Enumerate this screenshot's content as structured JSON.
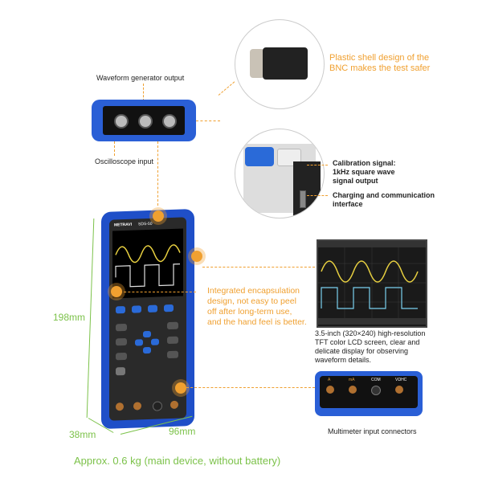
{
  "top_device": {
    "label_top": "Waveform generator output",
    "label_bottom": "Oscilloscope input"
  },
  "bnc": {
    "caption_line1": "Plastic shell design of the",
    "caption_line2": "BNC makes the test safer"
  },
  "side_port": {
    "cal_line1": "Calibration signal:",
    "cal_line2": "1kHz square wave",
    "cal_line3": "signal output",
    "charge_line1": "Charging and communication",
    "charge_line2": "interface"
  },
  "encapsulation": {
    "line1": "Integrated encapsulation",
    "line2": "design, not easy to peel",
    "line3": "off after long-term use,",
    "line4": "and the hand feel is better."
  },
  "screen": {
    "desc_line1": "3.5-inch (320×240) high-resolution",
    "desc_line2": "TFT color LCD screen, clear and",
    "desc_line3": "delicate display for observing",
    "desc_line4": "waveform details."
  },
  "multimeter": {
    "caption": "Multimeter input connectors",
    "jacks": [
      "A",
      "mA",
      "COM",
      "VΩHC"
    ]
  },
  "device": {
    "brand": "METRAVI",
    "model": "SDS-50"
  },
  "dimensions": {
    "height": "198mm",
    "width": "96mm",
    "depth": "38mm"
  },
  "weight": "Approx. 0.6 kg (main device, without battery)",
  "colors": {
    "accent_orange": "#f0a030",
    "dimension_green": "#7cc24a",
    "device_blue": "#2255cc",
    "trace_yellow": "#e8d040",
    "trace_cyan": "#7ad0f0"
  }
}
